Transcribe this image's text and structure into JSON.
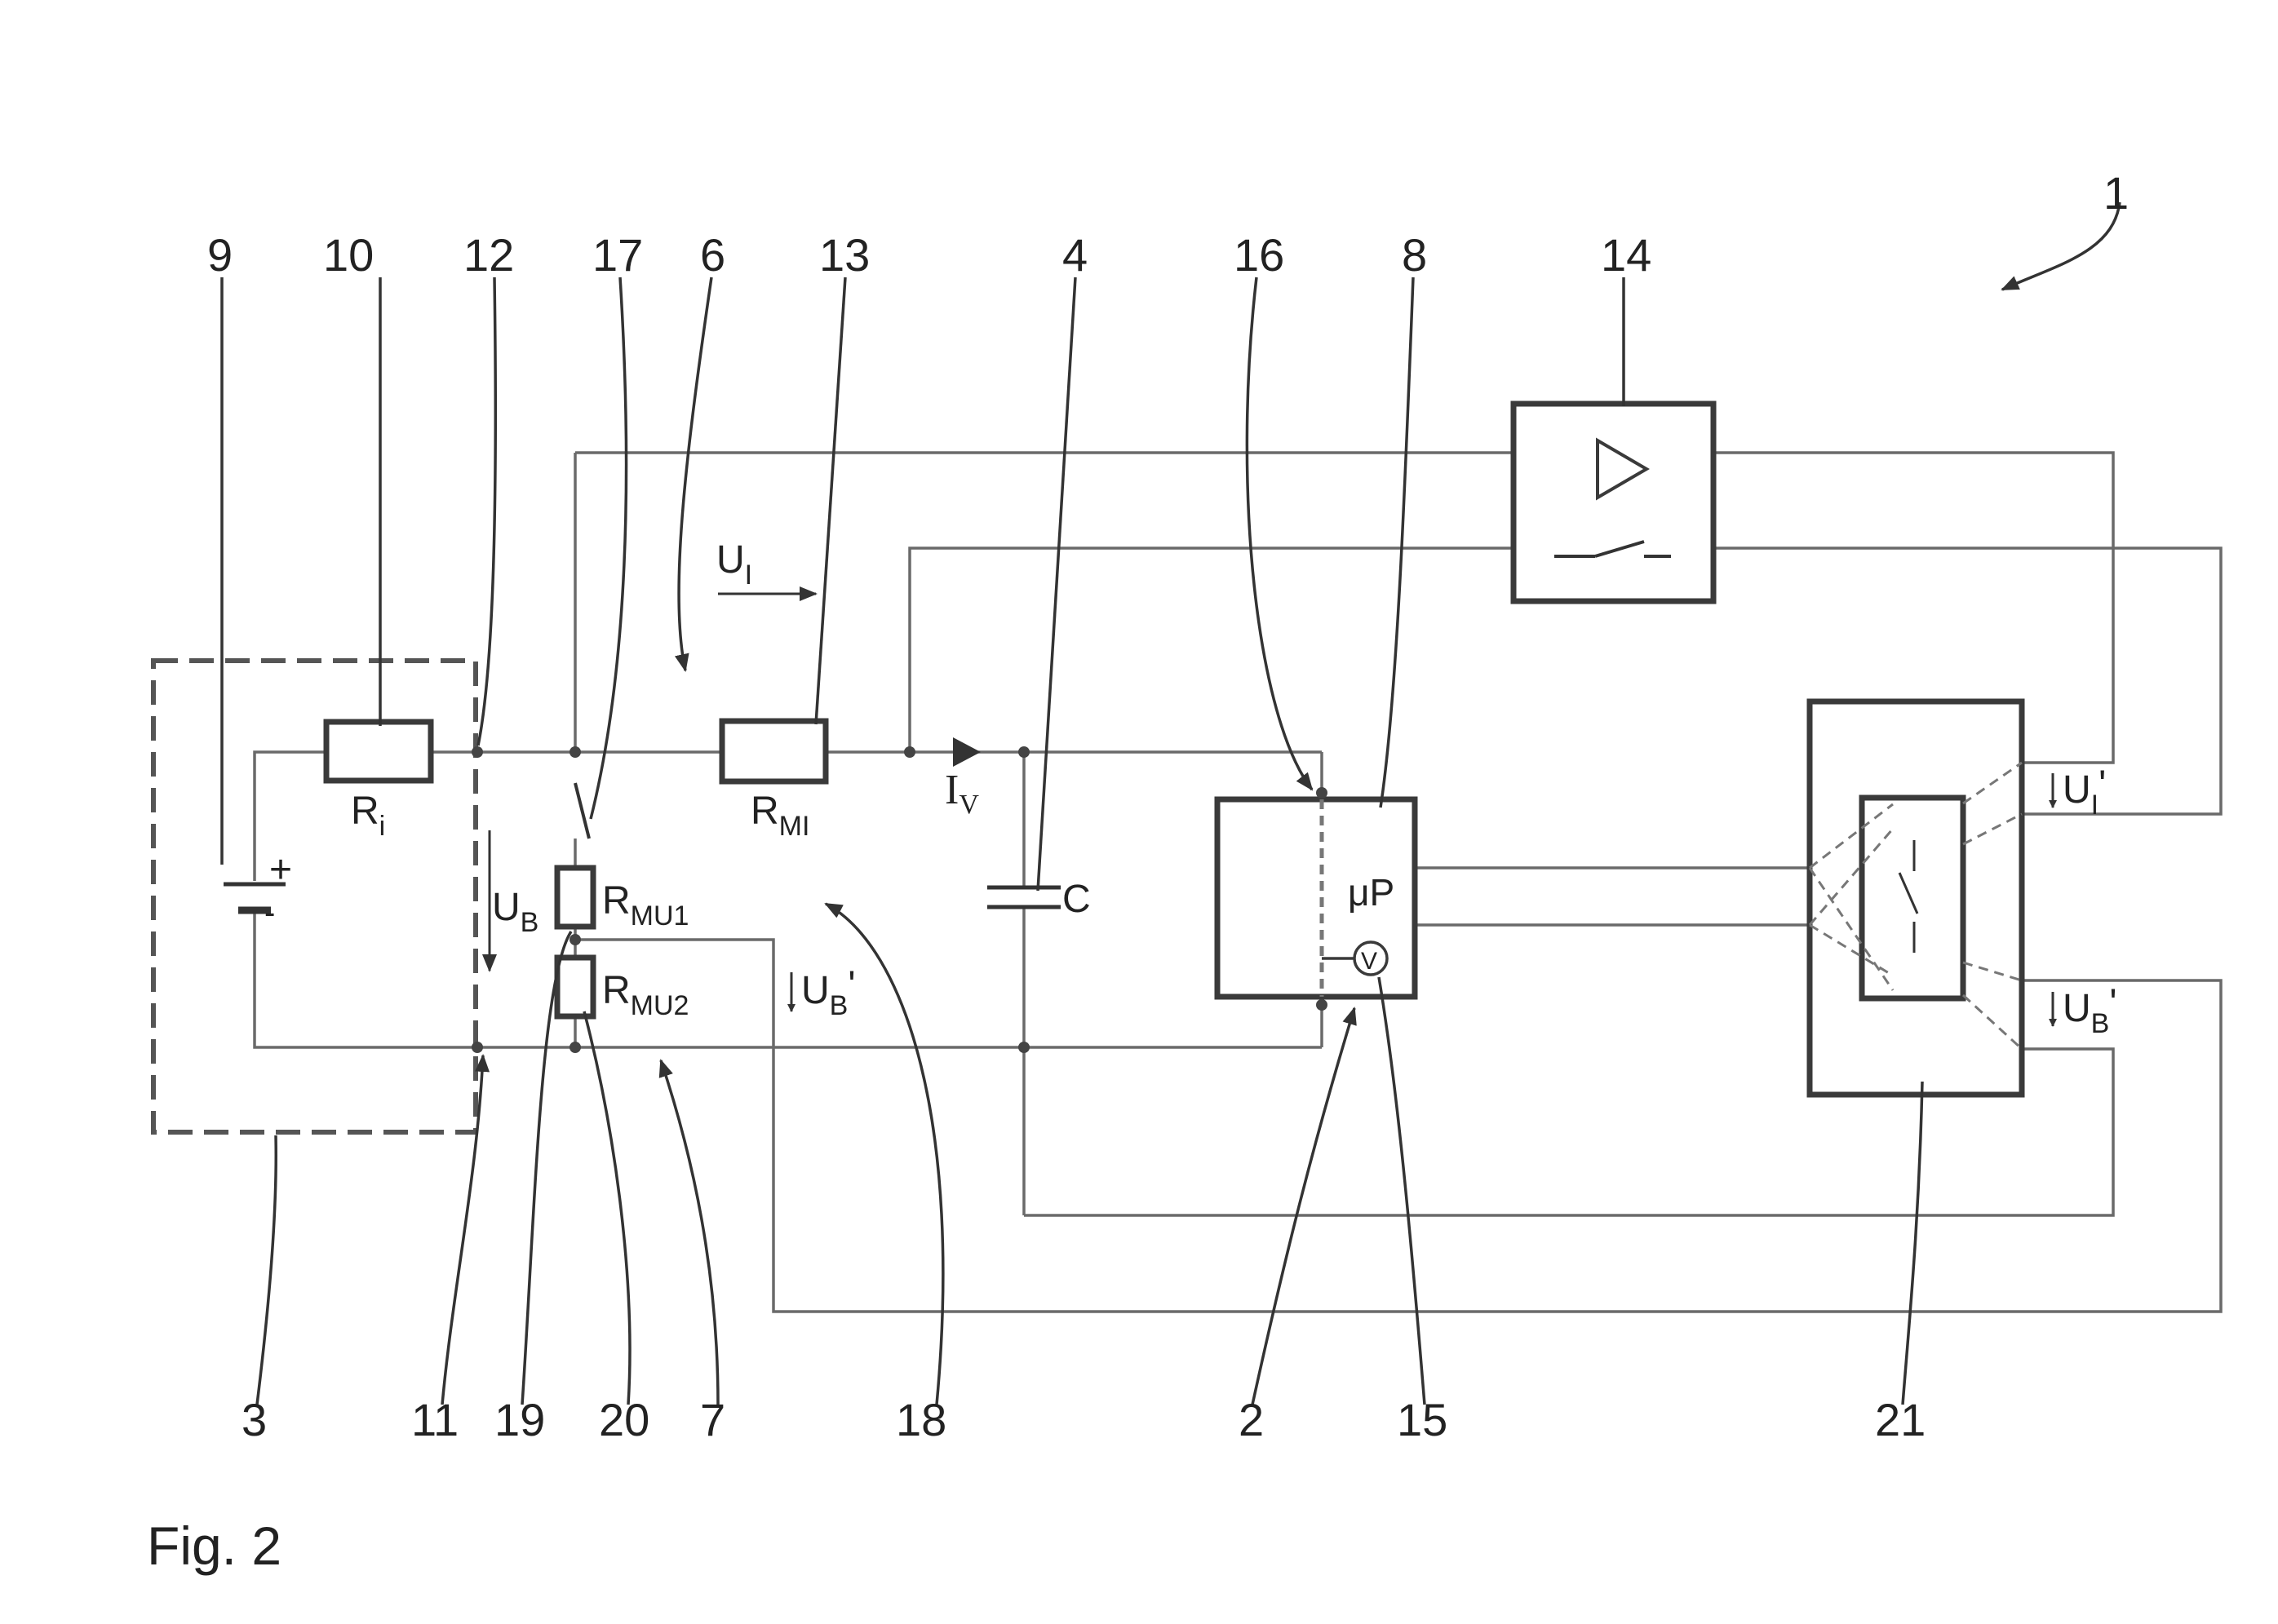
{
  "figure_label": "Fig. 2",
  "reference_numerals": {
    "n1": "1",
    "n2": "2",
    "n3": "3",
    "n4": "4",
    "n6": "6",
    "n7": "7",
    "n8": "8",
    "n9": "9",
    "n10": "10",
    "n11": "11",
    "n12": "12",
    "n13": "13",
    "n14": "14",
    "n15": "15",
    "n16": "16",
    "n17": "17",
    "n18": "18",
    "n19": "19",
    "n20": "20",
    "n21": "21"
  },
  "component_labels": {
    "ri_main": "R",
    "ri_sub": "i",
    "rmi_main": "R",
    "rmi_sub": "MI",
    "rmu1_main": "R",
    "rmu1_sub": "MU1",
    "rmu2_main": "R",
    "rmu2_sub": "MU2",
    "capacitor": "C",
    "microprocessor": "μP",
    "voltmeter": "V",
    "battery_plus": "+",
    "battery_minus": "-"
  },
  "signal_labels": {
    "ui_main": "U",
    "ui_sub": "I",
    "ub_main": "U",
    "ub_sub": "B",
    "iv_main": "I",
    "iv_sub": "V",
    "ubp_mid_main": "U",
    "ubp_mid_sub": "B",
    "ubp_mid_prime": "'",
    "uip_right_main": "U",
    "uip_right_sub": "I",
    "uip_right_prime": "'",
    "ubp_right_main": "U",
    "ubp_right_sub": "B",
    "ubp_right_prime": "'"
  }
}
